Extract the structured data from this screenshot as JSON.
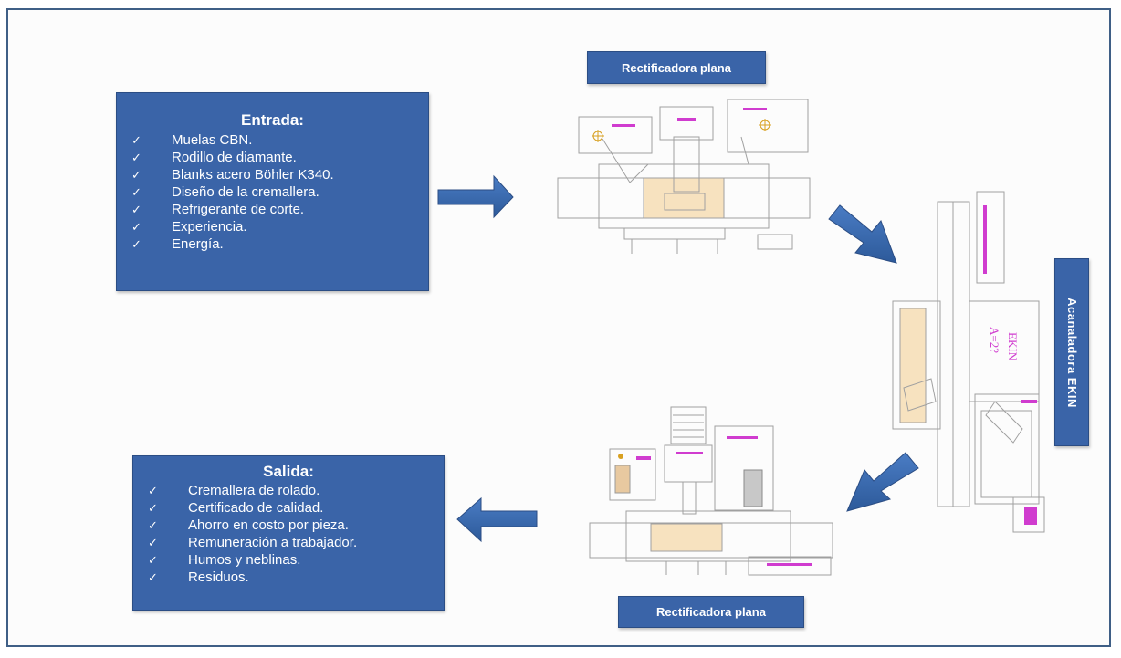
{
  "input": {
    "title": "Entrada:",
    "items": [
      "Muelas  CBN.",
      "Rodillo de diamante.",
      "Blanks acero Böhler K340.",
      "Diseño de la cremallera.",
      "Refrigerante  de corte.",
      "Experiencia.",
      "Energía."
    ]
  },
  "output": {
    "title": "Salida:",
    "items": [
      "Cremallera  de rolado.",
      "Certificado de calidad.",
      "Ahorro  en costo por pieza.",
      "Remuneración  a trabajador.",
      "Humos y neblinas.",
      "Residuos."
    ]
  },
  "check_mark": "✓",
  "machines": {
    "top_label": "Rectificadora plana",
    "right_label": "Acanaladora EKIN",
    "bottom_label": "Rectificadora plana",
    "ekin_plate": [
      "EKIN",
      "A=2?"
    ]
  },
  "colors": {
    "box_fill": "#3a64a8",
    "arrow_fill": "#3b6ab0",
    "machine_line": "#9a9a9a",
    "machine_accent": "#d03ccf",
    "table_fill": "#f7e2bf"
  }
}
